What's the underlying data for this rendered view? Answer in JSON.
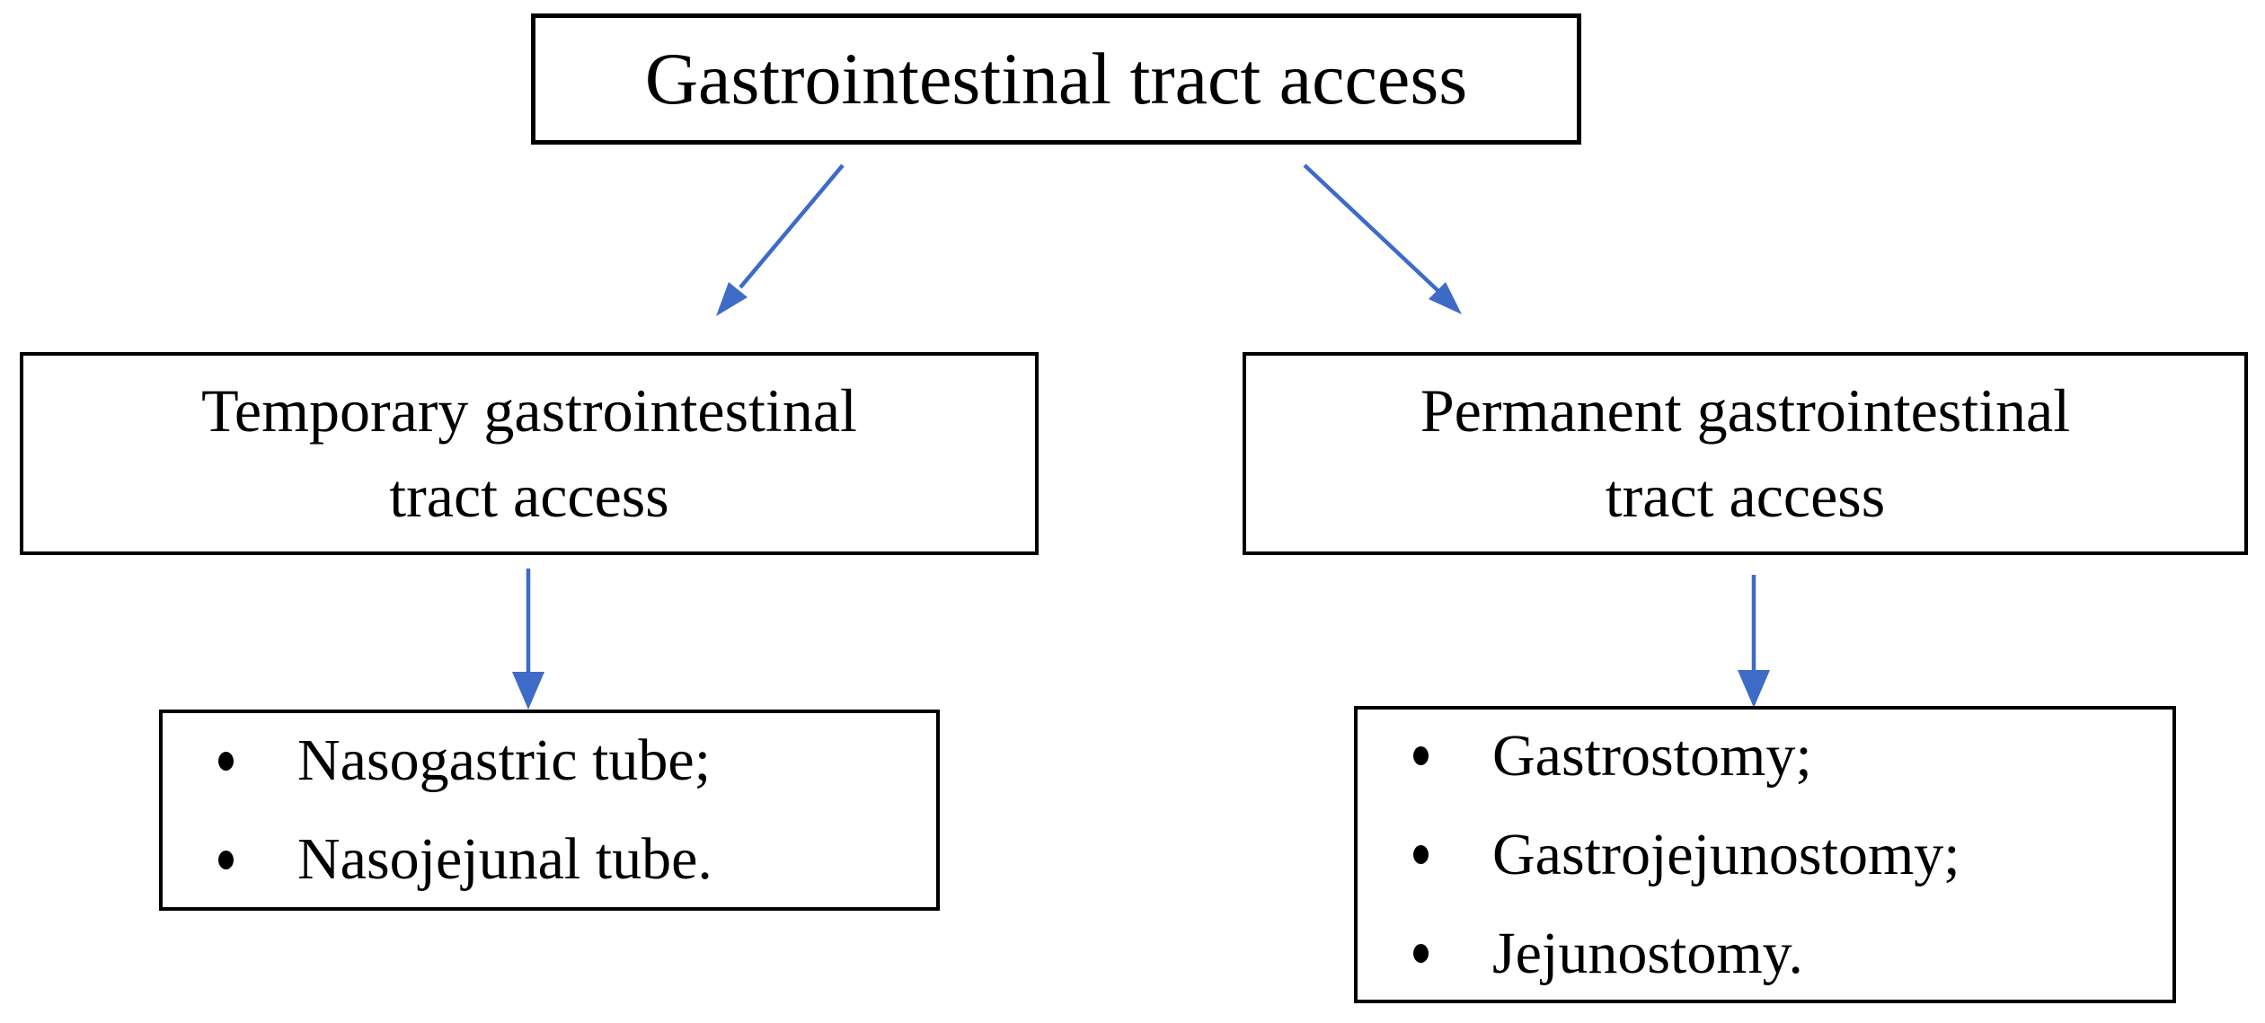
{
  "diagram": {
    "title": "Gastrointestinal tract access",
    "branches": [
      {
        "name": "temporary",
        "label_lines": [
          "Temporary gastrointestinal",
          "tract access"
        ],
        "items": [
          "Nasogastric tube;",
          "Nasojejunal tube."
        ]
      },
      {
        "name": "permanent",
        "label_lines": [
          "Permanent gastrointestinal",
          "tract access"
        ],
        "items": [
          "Gastrostomy;",
          "Gastrojejunostomy;",
          "Jejunostomy."
        ]
      }
    ],
    "colors": {
      "arrow": "#3E6BC7",
      "border": "#000000",
      "text": "#000000",
      "background": "#FFFFFF"
    }
  }
}
